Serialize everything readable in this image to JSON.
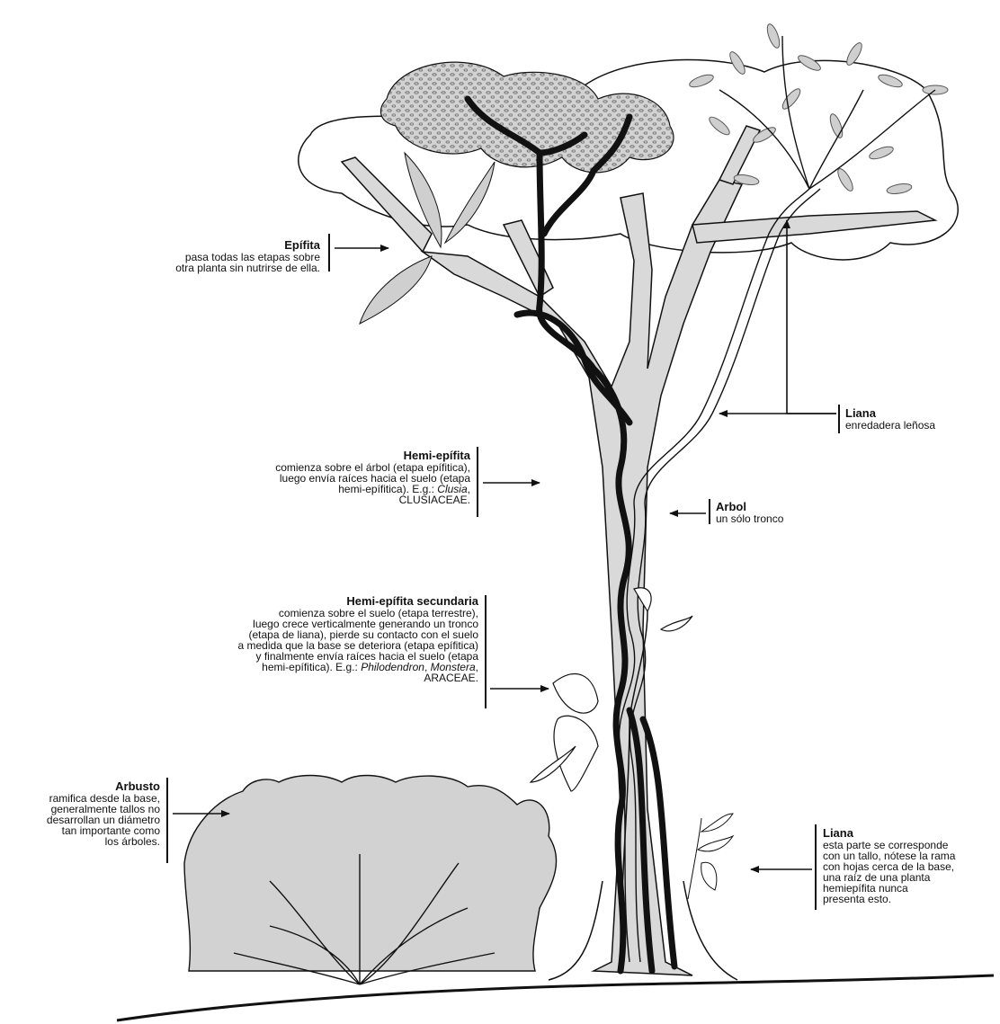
{
  "labels": {
    "epifita": {
      "title": "Epífita",
      "desc": "pasa todas las etapas sobre\notra planta sin nutrirse de ella."
    },
    "liana_top": {
      "title": "Liana",
      "desc": "enredadera leñosa"
    },
    "hemi_epifita": {
      "title": "Hemi-epífita",
      "desc_lines": [
        "comienza sobre el árbol (etapa epífitica),",
        "luego envía raíces hacia el suelo (etapa",
        "hemi-epífitica). E.g.:",
        "Clusia",
        ",",
        "CLUSIACEAE."
      ]
    },
    "arbol": {
      "title": "Arbol",
      "desc": "un sólo tronco"
    },
    "hemi_secundaria": {
      "title": "Hemi-epífita secundaria",
      "desc_lines": [
        "comienza sobre el suelo (etapa terrestre),",
        "luego crece verticalmente generando un tronco",
        "(etapa de liana), pierde su contacto con el suelo",
        "a medida que la base se deteriora (etapa epífitica)",
        "y finalmente envía raíces hacia el suelo (etapa",
        "hemi-epífitica). E.g.:",
        "Philodendron",
        ",",
        "Monstera",
        ",",
        "ARACEAE."
      ]
    },
    "arbusto": {
      "title": "Arbusto",
      "desc": "ramifica desde la base,\ngeneralmente tallos no\ndesarrollan un diámetro\ntan importante como\nlos árboles."
    },
    "liana_bottom": {
      "title": "Liana",
      "desc": "esta parte se corresponde\ncon un tallo, nótese la rama\ncon hojas cerca de la base,\nuna raíz de una planta\nhemiepífita nunca\npresenta esto."
    }
  }
}
